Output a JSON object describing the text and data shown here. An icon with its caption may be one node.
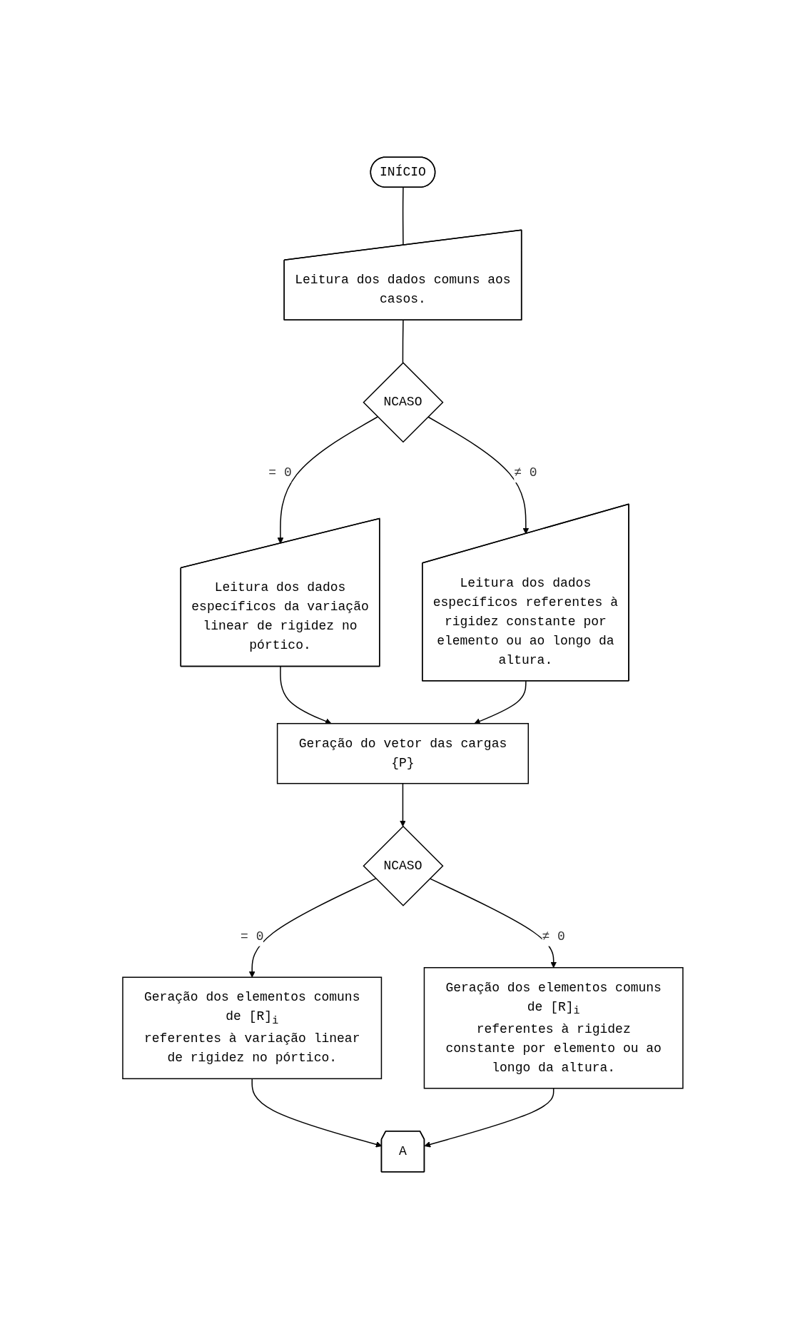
{
  "diagram": {
    "nodes": [
      {
        "text": [
          "INÍCIO"
        ]
      },
      {
        "text": [
          "Leitura dos dados comuns aos casos."
        ]
      },
      {
        "text": [
          "NCASO"
        ]
      },
      {
        "text": [
          "Leitura dos dados específicos da variação linear de rigidez no pórtico."
        ]
      },
      {
        "text": [
          "Leitura dos dados específicos referentes à rigidez constante por elemento ou ao longo da altura."
        ]
      },
      {
        "text": [
          "Geração do vetor das cargas {P}"
        ]
      },
      {
        "text": [
          "NCASO"
        ]
      },
      {
        "text": [
          "Geração dos elementos comuns de [R]$_{i}$ referentes à variação linear de rigidez no pórtico."
        ]
      },
      {
        "text": [
          "Geração dos elementos comuns de [R]$_{i}$ referentes à rigidez constante por elemento ou ao longo da altura."
        ]
      },
      {
        "text": [
          "A"
        ]
      }
    ],
    "edges": [
      {
        "from": 0,
        "to": 1,
        "arrow": "none"
      },
      {
        "from": 1,
        "to": 2,
        "arrow": "none"
      },
      {
        "from": 2,
        "to": 3,
        "label": "= 0",
        "arrow": "to"
      },
      {
        "from": 2,
        "to": 4,
        "label": "≠ 0",
        "arrow": "to"
      },
      {
        "from": 3,
        "to": 5,
        "arrow": "to"
      },
      {
        "from": 4,
        "to": 5,
        "arrow": "to"
      },
      {
        "from": 5,
        "to": 6,
        "arrow": "to"
      },
      {
        "from": 6,
        "to": 7,
        "label": "= 0",
        "arrow": "to"
      },
      {
        "from": 6,
        "to": 8,
        "label": "≠ 0",
        "arrow": "to"
      },
      {
        "from": 7,
        "to": 9,
        "arrow": "to"
      },
      {
        "from": 8,
        "to": 9,
        "arrow": "to"
      }
    ]
  }
}
